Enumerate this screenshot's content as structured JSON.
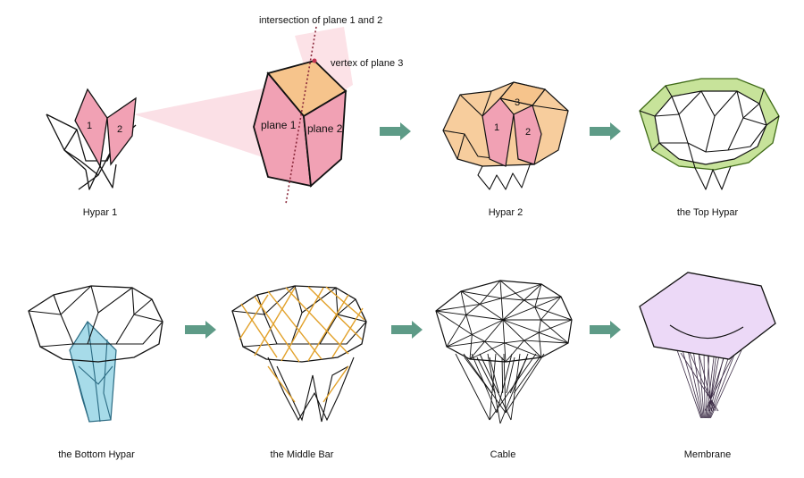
{
  "annotations": {
    "intersection": "intersection of plane 1 and 2",
    "vertex": "vertex of plane 3",
    "plane1": "plane 1",
    "plane2": "plane 2"
  },
  "numbers": {
    "n1": "1",
    "n2": "2",
    "n3": "3"
  },
  "captions": {
    "hypar1": "Hypar 1",
    "hypar2": "Hypar 2",
    "top_hypar": "the Top Hypar",
    "bottom_hypar": "the Bottom Hypar",
    "middle_bar": "the Middle Bar",
    "cable": "Cable",
    "membrane": "Membrane"
  },
  "colors": {
    "arrow": "#5e9b87",
    "plane_pink": "#f1a1b4",
    "plane_orange": "#f6c48c",
    "top_green": "#c7e39a",
    "bottom_blue": "#a7dbe9",
    "bar_gold": "#e2a12a",
    "membrane_lilac": "#ecd9f7"
  }
}
